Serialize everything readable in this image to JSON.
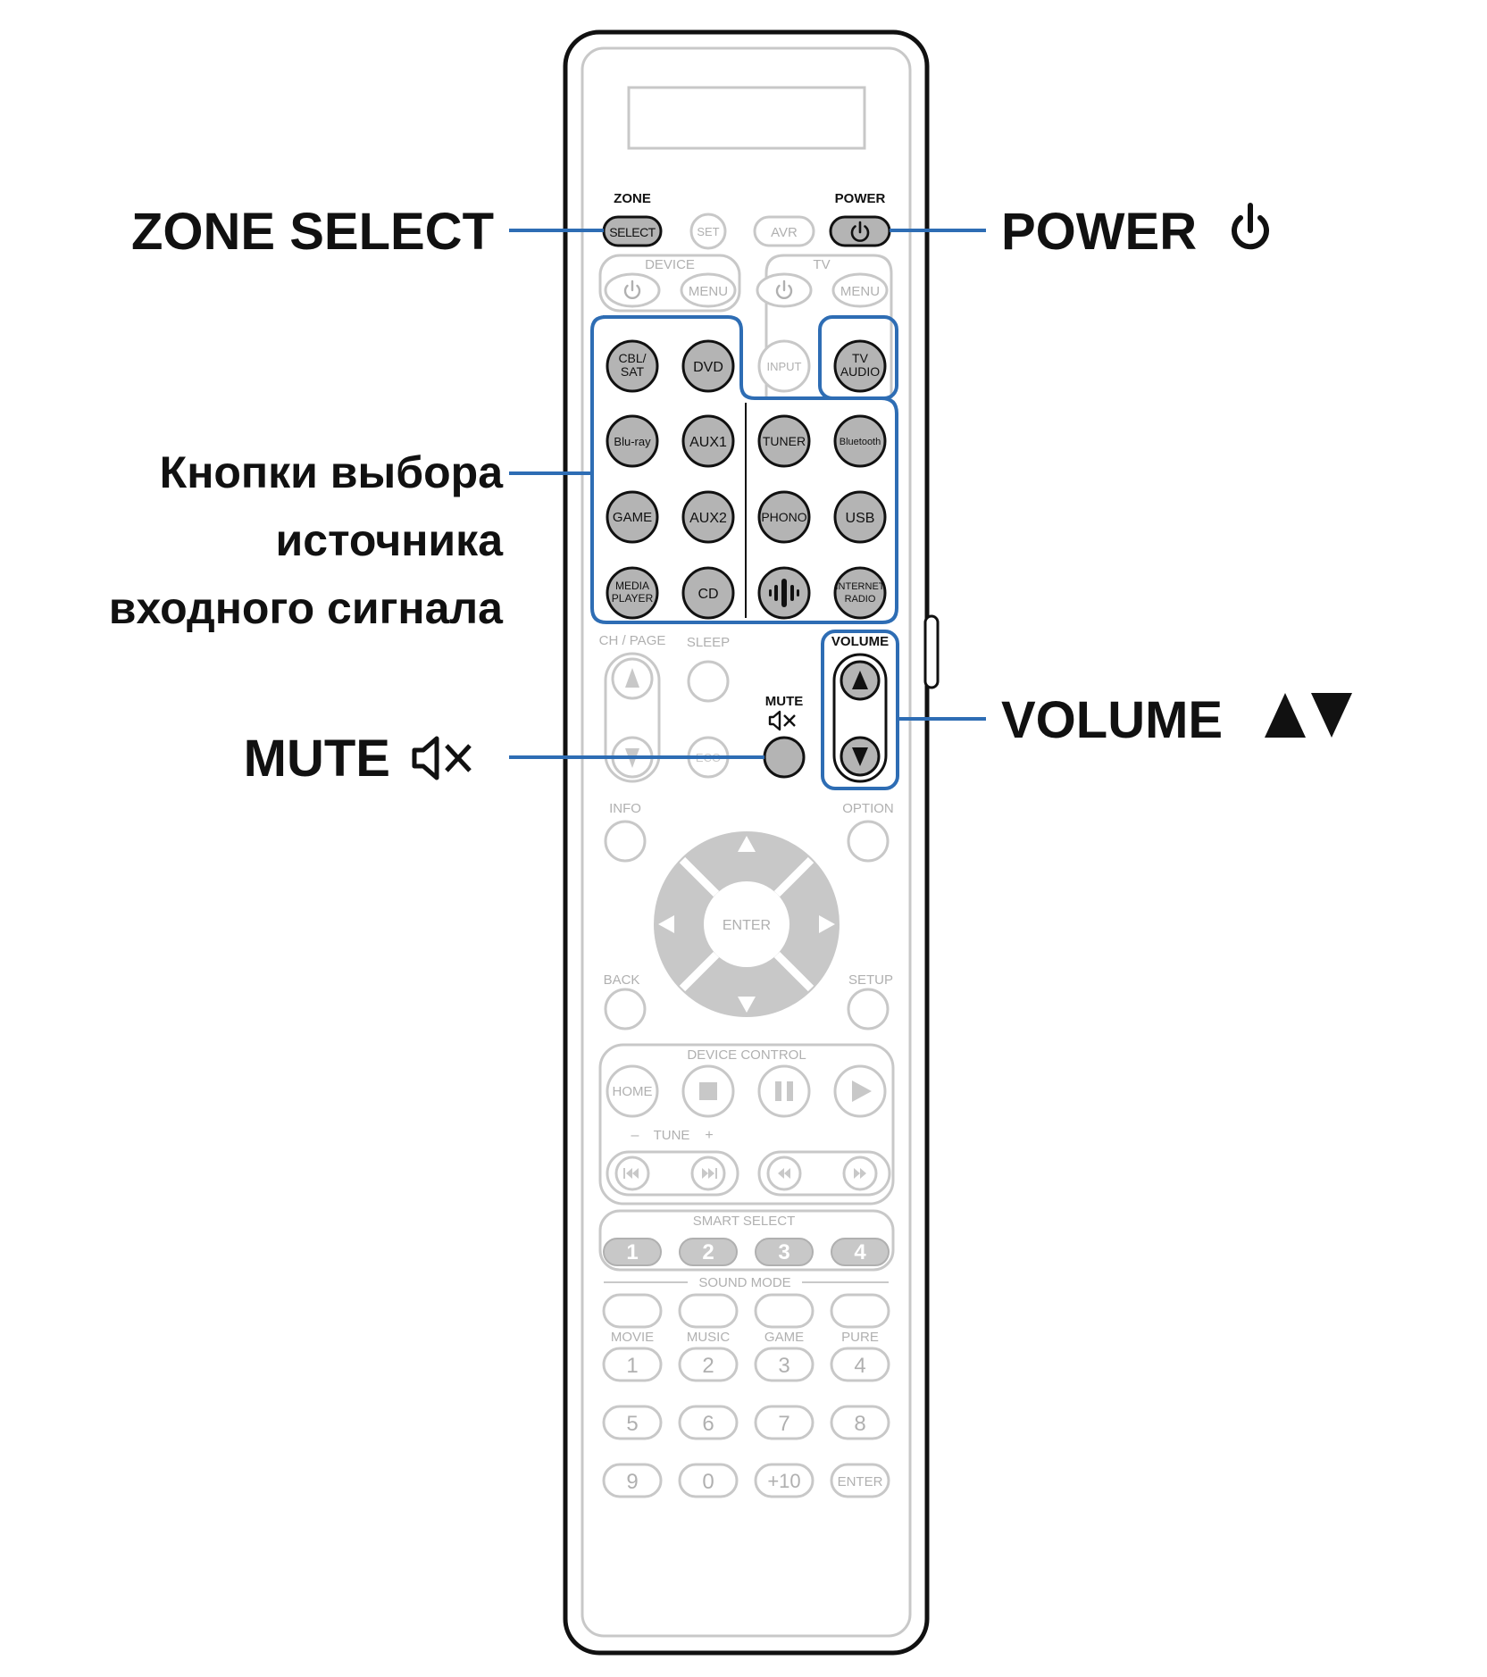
{
  "callouts": {
    "zone_select": "ZONE SELECT",
    "power": "POWER",
    "input_source_line1": "Кнопки выбора",
    "input_source_line2": "источника",
    "input_source_line3": "входного сигнала",
    "volume": "VOLUME",
    "mute": "MUTE"
  },
  "remote": {
    "zone_label": "ZONE",
    "zone_select_btn": "SELECT",
    "set_btn": "SET",
    "avr_btn": "AVR",
    "power_label": "POWER",
    "device_label": "DEVICE",
    "tv_label": "TV",
    "menu_btn": "MENU",
    "input_btn": "INPUT",
    "tv_audio_line1": "TV",
    "tv_audio_line2": "AUDIO",
    "cbl_line1": "CBL/",
    "cbl_line2": "SAT",
    "dvd": "DVD",
    "bluray": "Blu-ray",
    "aux1": "AUX1",
    "tuner": "TUNER",
    "bluetooth": "Bluetooth",
    "game": "GAME",
    "aux2": "AUX2",
    "phono": "PHONO",
    "usb": "USB",
    "media_line1": "MEDIA",
    "media_line2": "PLAYER",
    "cd": "CD",
    "iradio_line1": "INTERNET",
    "iradio_line2": "RADIO",
    "ch_page": "CH / PAGE",
    "sleep": "SLEEP",
    "mute_label": "MUTE",
    "volume_label": "VOLUME",
    "eco": "ECO",
    "info": "INFO",
    "option": "OPTION",
    "enter": "ENTER",
    "back": "BACK",
    "setup": "SETUP",
    "device_control": "DEVICE CONTROL",
    "home": "HOME",
    "tune_minus": "–",
    "tune": "TUNE",
    "tune_plus": "+",
    "smart_select": "SMART SELECT",
    "smart_buttons": [
      "1",
      "2",
      "3",
      "4"
    ],
    "sound_mode": "SOUND MODE",
    "movie": "MOVIE",
    "music": "MUSIC",
    "game_mode": "GAME",
    "pure": "PURE",
    "num": [
      "1",
      "2",
      "3",
      "4",
      "5",
      "6",
      "7",
      "8",
      "9",
      "0",
      "+10"
    ],
    "num_enter": "ENTER"
  },
  "colors": {
    "highlight": "#2e6db4",
    "active_button": "#b4b4b4",
    "outline": "#111111",
    "faded": "#bfbfbf",
    "faded_text": "#b0b0b0"
  },
  "icons": [
    "power-icon",
    "speaker-mute-icon",
    "triangle-up-icon",
    "triangle-down-icon",
    "network-icon"
  ]
}
